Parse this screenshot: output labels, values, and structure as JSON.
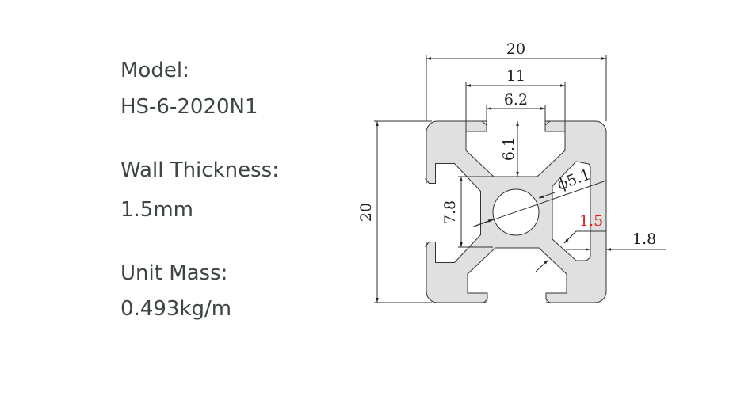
{
  "specs": {
    "model_label": "Model:",
    "model_value": "HS-6-2020N1",
    "wall_label": "Wall Thickness:",
    "wall_value": "1.5mm",
    "mass_label": "Unit Mass:",
    "mass_value": "0.493kg/m"
  },
  "dimensions": {
    "width": "20",
    "slot_inner": "11",
    "slot_opening": "6.2",
    "slot_depth": "6.1",
    "height": "20",
    "core": "7.8",
    "bore": "ϕ5.1",
    "wall": "1.5",
    "lip": "1.8"
  },
  "colors": {
    "profile": "#e0e0e0",
    "highlight": "#e02020",
    "text": "#3d4445"
  }
}
